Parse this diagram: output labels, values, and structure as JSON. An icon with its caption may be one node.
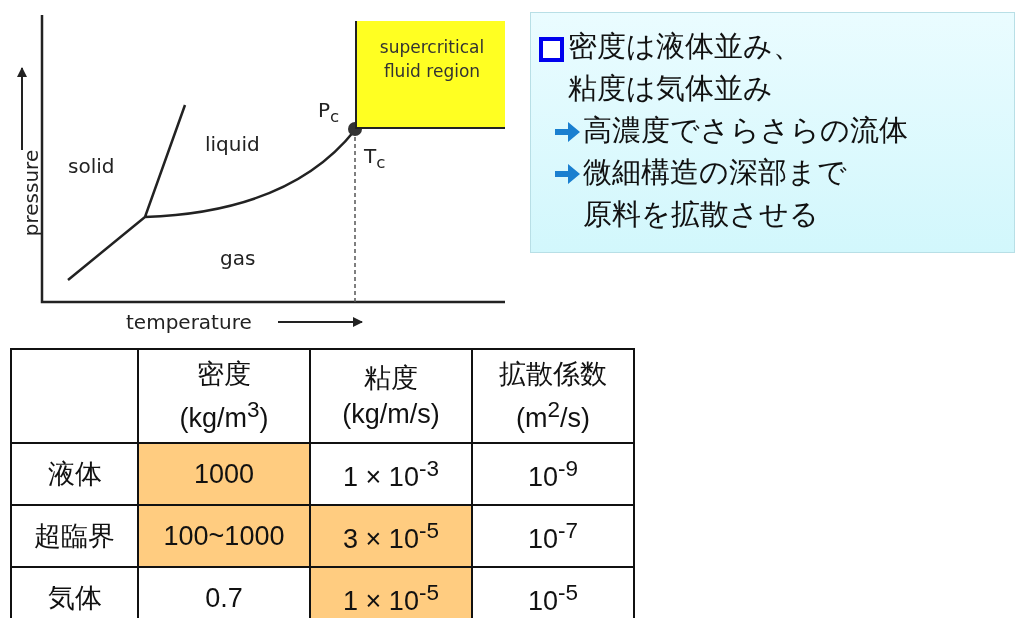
{
  "diagram": {
    "nodes": [
      {
        "text": [
          "密度は液体並み、粘度は気体並み",
          "高濃度でさらさらの流体",
          "微細構造の深部まで原料を拡散させる"
        ]
      },
      {
        "text": [
          "supercritical fluid region"
        ]
      }
    ],
    "labels": [
      "P$_{c}$",
      "liquid",
      "solid",
      "T$_{c}$",
      "gas",
      "pressure",
      "temperature",
      "密度 (kg/m$^{3}$)",
      "粘度 (kg/m/s)",
      "拡散係数 (m$^{2}$/s)",
      "液体",
      "1000",
      "1 × 10$^{-3}$",
      "10$^{-9}$",
      "超臨界",
      "100~1000",
      "3 × 10$^{-5}$",
      "10$^{-7}$",
      "気体",
      "0.7",
      "1 × 10$^{-5}$",
      "10$^{-5}$"
    ]
  }
}
